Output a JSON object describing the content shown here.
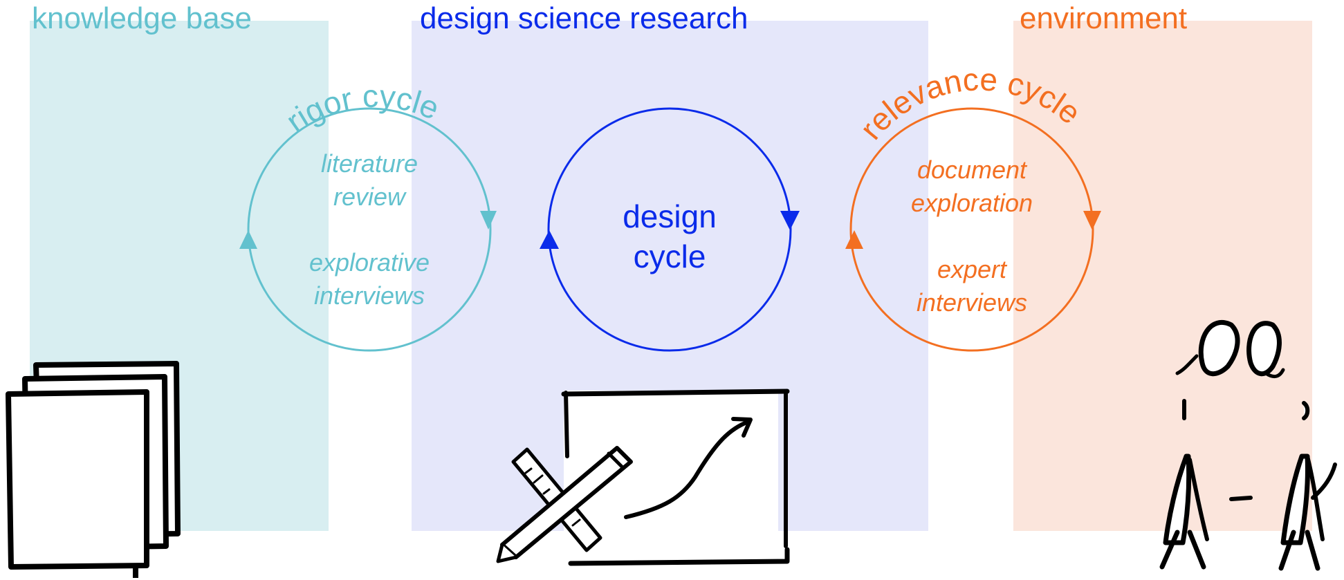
{
  "colors": {
    "teal": "#62c1ce",
    "teal_bg": "#d8eef1",
    "blue": "#0a2bea",
    "blue_bg": "#e5e7fa",
    "orange": "#f36f21",
    "orange_bg": "#fbe5dc",
    "ink": "#000000"
  },
  "columns": {
    "knowledge_base": "knowledge base",
    "design_science_research": "design science research",
    "environment": "environment"
  },
  "cycles": {
    "rigor": {
      "title": "rigor cycle",
      "items": [
        "literature",
        "review",
        "explorative",
        "interviews"
      ]
    },
    "design": {
      "title_line1": "design",
      "title_line2": "cycle"
    },
    "relevance": {
      "title": "relevance cycle",
      "items": [
        "document",
        "exploration",
        "expert",
        "interviews"
      ]
    }
  },
  "icons": [
    "stack-of-documents-icon",
    "pencil-and-ruler-icon",
    "drawing-board-with-rising-arrow-icon",
    "two-people-icon"
  ]
}
